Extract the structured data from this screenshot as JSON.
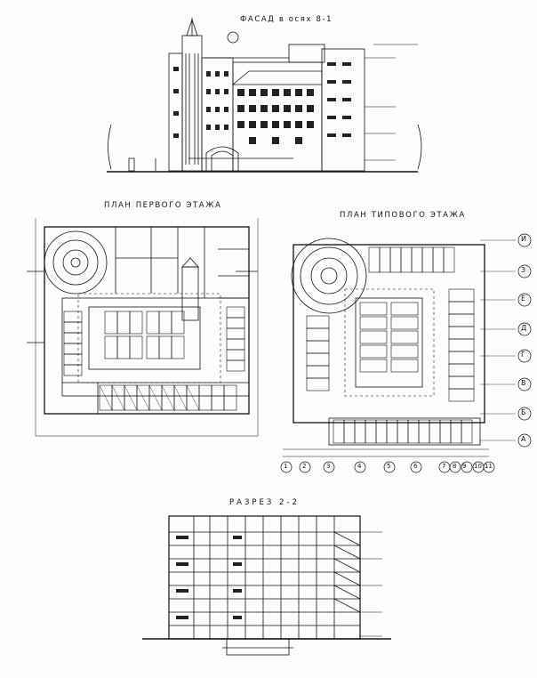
{
  "titles": {
    "facade": "ФАСАД в осях 8-1",
    "first_floor_plan": "ПЛАН ПЕРВОГО ЭТАЖА",
    "typical_floor_plan": "ПЛАН ТИПОВОГО ЭТАЖА",
    "section": "РАЗРЕЗ 2-2"
  },
  "axis_rows": [
    "И",
    "З",
    "Е",
    "Д",
    "Г",
    "В",
    "Б",
    "А"
  ],
  "axis_cols": [
    "1",
    "2",
    "3",
    "4",
    "5",
    "6",
    "7",
    "8",
    "9",
    "10",
    "11"
  ],
  "colors": {
    "ink": "#111111",
    "paper": "#fdfdfd"
  }
}
